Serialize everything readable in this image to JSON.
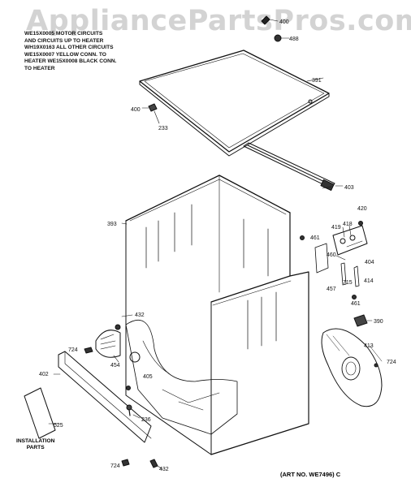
{
  "watermark": "AppliancePartsPros.com",
  "notes": [
    "WE15X0005 MOTOR CIRCUITS",
    "AND CIRCUITS UP TO HEATER",
    "WH19X0163 ALL OTHER CIRCUITS",
    "WE15X0007 YELLOW CONN. TO",
    "HEATER WE15X0008 BLACK CONN.",
    "TO HEATER"
  ],
  "install_label": [
    "INSTALLATION",
    "PARTS"
  ],
  "art_number": "(ART NO. WE7496) C",
  "parts": {
    "p400_top": "400",
    "p488": "488",
    "p391": "391",
    "p400": "400",
    "p233": "233",
    "p403": "403",
    "p420": "420",
    "p393": "393",
    "p419": "419",
    "p418": "418",
    "p461": "461",
    "p460": "460",
    "p404": "404",
    "p457": "457",
    "p715": "715",
    "p414": "414",
    "p461b": "461",
    "p432": "432",
    "p390": "390",
    "p724a": "724",
    "p454": "454",
    "p413": "413",
    "p724b": "724",
    "p402": "402",
    "p405": "405",
    "p236": "236",
    "p525": "525",
    "p724c": "724",
    "p432b": "432"
  },
  "colors": {
    "line": "#111111",
    "watermark": "#d3d3d3"
  }
}
